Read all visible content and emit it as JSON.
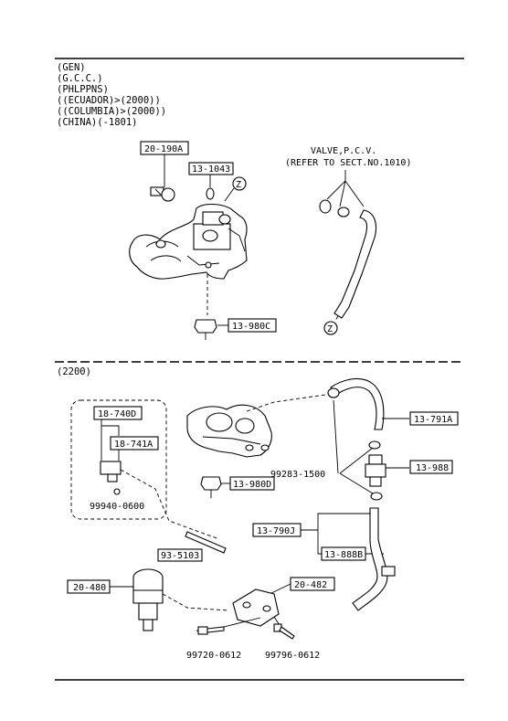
{
  "section1": {
    "applicability": [
      "(GEN)",
      "(G.C.C.)",
      "(PHLPPNS)",
      "((ECUADOR)>(2000))",
      "((COLUMBIA)>(2000))",
      "(CHINA)(-1801)"
    ],
    "parts": {
      "p20_190A": "20-190A",
      "p13_1043": "13-1043",
      "p13_980C": "13-980C"
    },
    "valve_note": [
      "VALVE,P.C.V.",
      "(REFER TO SECT.NO.1010)"
    ],
    "ref_mark": "Z"
  },
  "section2": {
    "engine_label": "(2200)",
    "parts": {
      "p18_740D": "18-740D",
      "p18_741A": "18-741A",
      "p99940": "99940-0600",
      "p93_5103": "93-5103",
      "p20_480": "20-480",
      "p20_482": "20-482",
      "p13_791A": "13-791A",
      "p99283": "99283-1500",
      "p13_988": "13-988",
      "p13_980D": "13-980D",
      "p13_790J": "13-790J",
      "p13_888B": "13-888B",
      "p99720": "99720-0612",
      "p99796": "99796-0612"
    }
  }
}
